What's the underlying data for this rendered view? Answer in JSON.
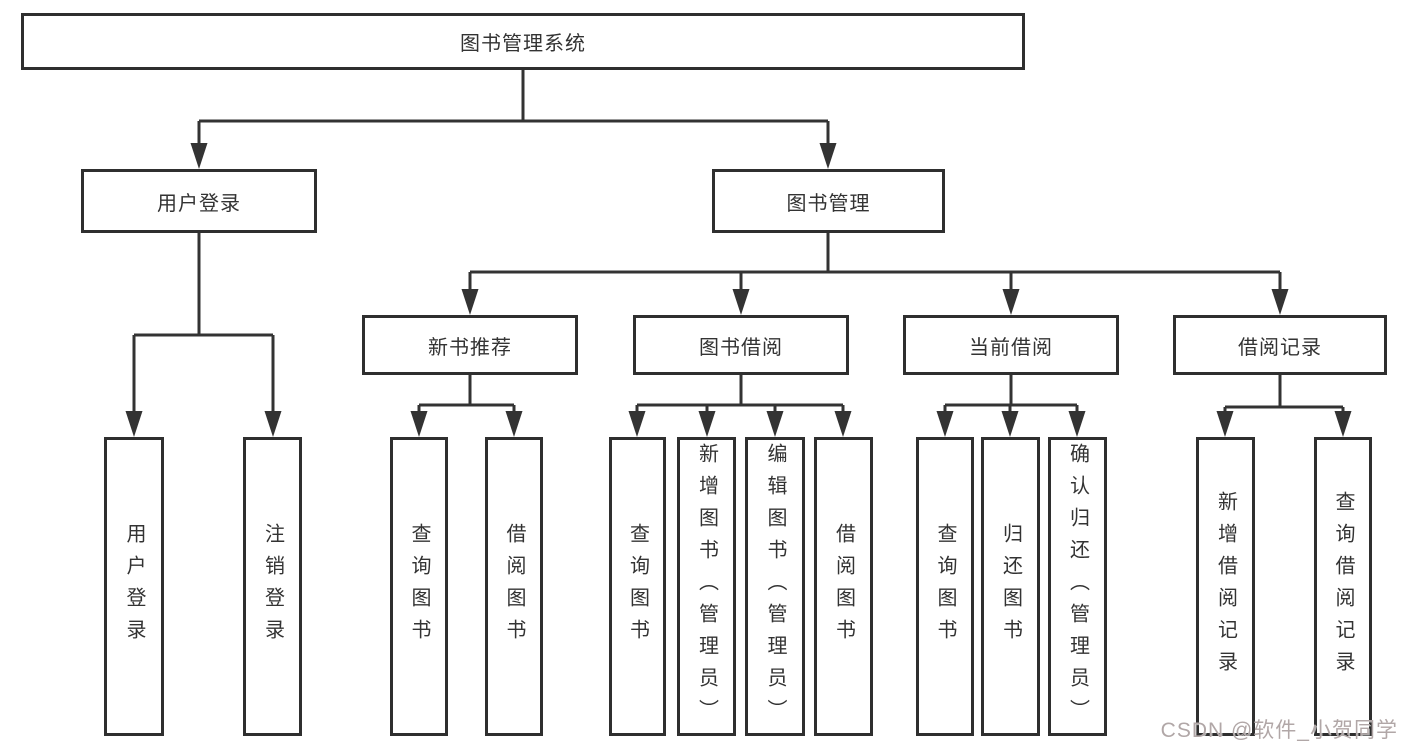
{
  "diagram": {
    "root": "图书管理系统",
    "level1": [
      "用户登录",
      "图书管理"
    ],
    "level2": [
      "新书推荐",
      "图书借阅",
      "当前借阅",
      "借阅记录"
    ],
    "user_login_children": [
      "用户登录",
      "注销登录"
    ],
    "new_book_children": [
      "查询图书",
      "借阅图书"
    ],
    "book_borrow_children": [
      "查询图书",
      "新增图书（管理员）",
      "编辑图书（管理员）",
      "借阅图书"
    ],
    "current_borrow_children": [
      "查询图书",
      "归还图书",
      "确认归还（管理员）"
    ],
    "borrow_record_children": [
      "新增借阅记录",
      "查询借阅记录"
    ]
  },
  "watermark": "CSDN @软件_小贺同学",
  "colors": {
    "line": "#333333",
    "text": "#333333",
    "box_border": "#2f2f2f",
    "background": "#ffffff",
    "watermark": "#b1a7a7"
  }
}
